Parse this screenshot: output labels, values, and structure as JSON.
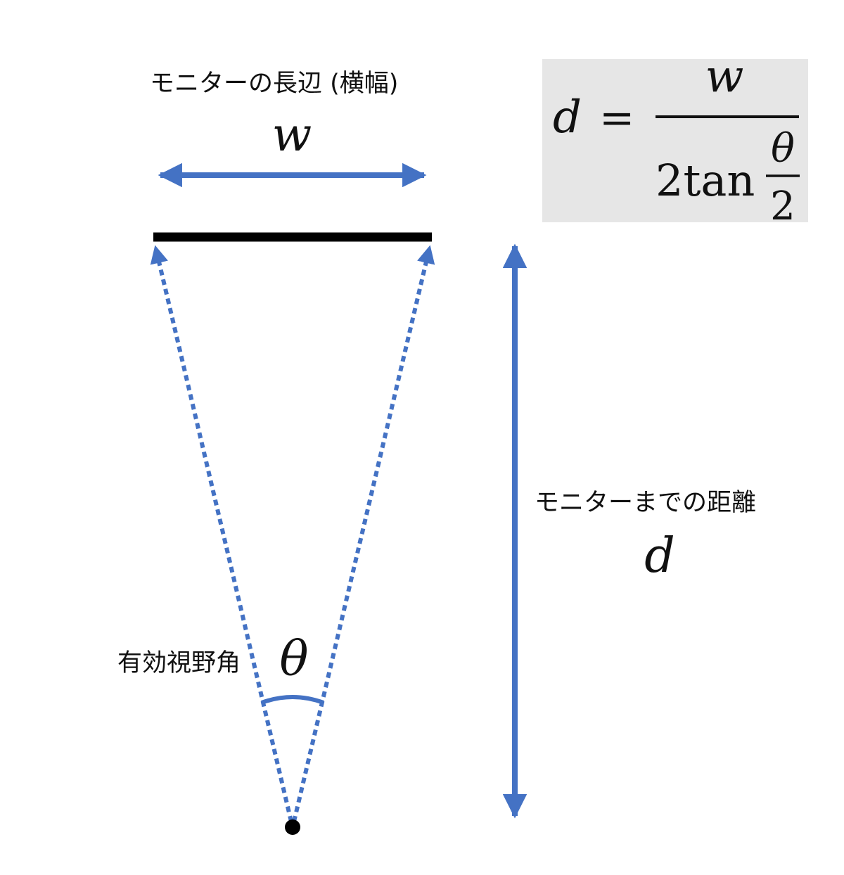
{
  "labels": {
    "monitor_width": "モニターの長辺 (横幅)",
    "monitor_distance": "モニターまでの距離",
    "fov_angle": "有効視野角"
  },
  "symbols": {
    "width": "w",
    "distance": "d",
    "angle": "θ"
  },
  "formula": {
    "lhs": "d",
    "equals": "=",
    "numerator": "w",
    "denominator_prefix": "2tan",
    "inner_numerator": "θ",
    "inner_denominator": "2"
  },
  "colors": {
    "arrow": "#4472C4",
    "monitor": "#000000",
    "formula_bg": "#E6E6E6",
    "text": "#111111"
  }
}
